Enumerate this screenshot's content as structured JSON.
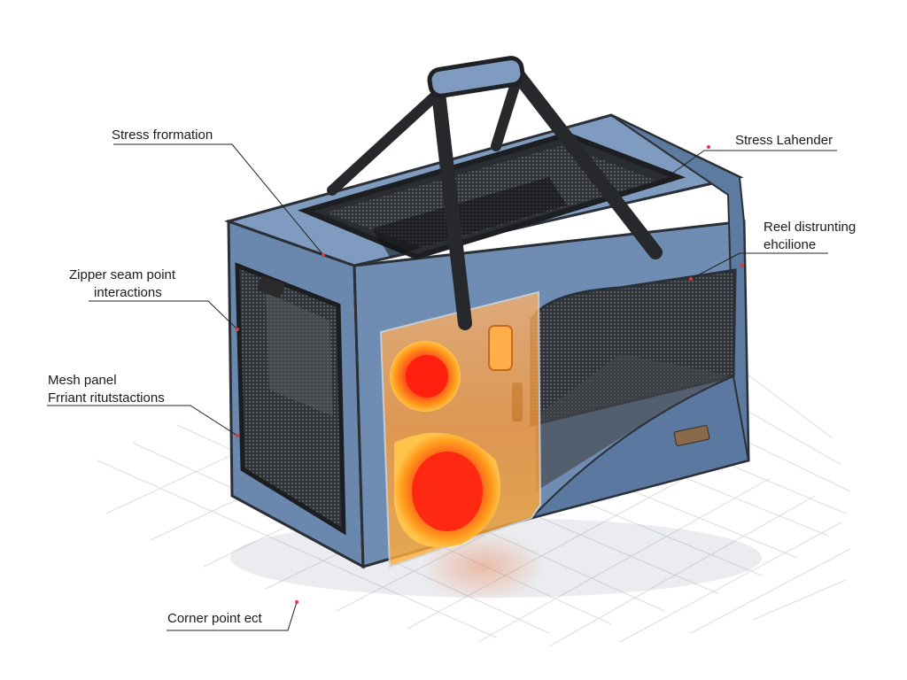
{
  "labels": {
    "stress_formation": "Stress frormation",
    "stress_right_top": "Stress Lahender",
    "right_mid_line1": "Reel distrunting",
    "right_mid_line2": "ehcilione",
    "zipper_line1": "Zipper seam point",
    "zipper_line2": "interactions",
    "mesh_line1": "Mesh panel",
    "mesh_line2": "Frriant ritutstactions",
    "corner": "Corner point ect"
  },
  "colors": {
    "bag_body": "#6f8db3",
    "bag_top": "#7f9cc0",
    "bag_side": "#5d7aa0",
    "strap": "#2a2a2a",
    "mesh": "#3a3d42",
    "heat_hot": "#ff2a1a",
    "heat_warm": "#ff9a1a",
    "grid_line": "#d6d9de",
    "leader_line": "#222222",
    "marker": "#e0383e"
  }
}
